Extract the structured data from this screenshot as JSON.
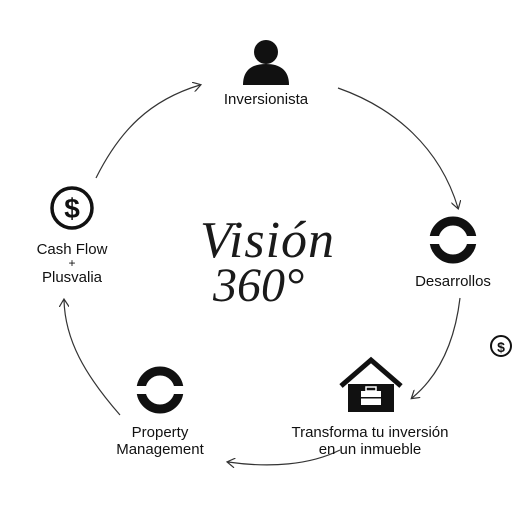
{
  "center": {
    "line1": "Visión",
    "line2": "360°"
  },
  "nodes": {
    "investor": {
      "label": "Inversionista",
      "icon": "person-icon"
    },
    "developments": {
      "label": "Desarrollos",
      "icon": "ring-logo-icon"
    },
    "transform": {
      "label_line1": "Transforma tu inversión",
      "label_line2": "en un inmueble",
      "icon": "house-icon"
    },
    "property": {
      "label_line1": "Property",
      "label_line2": "Management",
      "icon": "ring-logo-icon"
    },
    "cashflow": {
      "label_line1": "Cash Flow",
      "label_line2": "+",
      "label_line3": "Plusvalia",
      "icon": "dollar-coin-icon"
    }
  },
  "extra_icon": "dollar-coin-icon",
  "colors": {
    "ink": "#111111",
    "arrow": "#333333"
  }
}
